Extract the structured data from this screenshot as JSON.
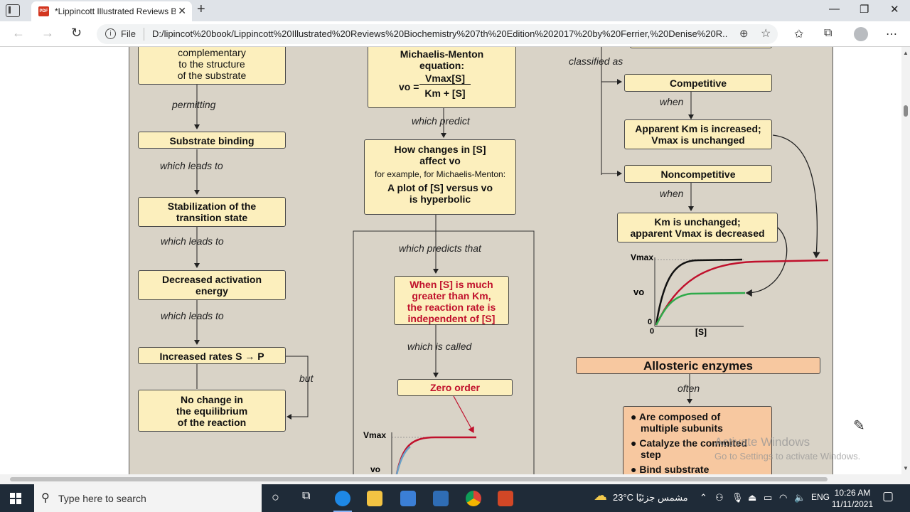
{
  "browser": {
    "tab_title": "*Lippincott Illustrated Reviews B",
    "tab_close": "✕",
    "new_tab": "+",
    "file_label": "File",
    "url": "D:/lipincot%20book/Lippincott%20Illustrated%20Reviews%20Biochemistry%207th%20Edition%202017%20by%20Ferrier,%20Denise%20R...."
  },
  "diagram": {
    "left": {
      "top_box": [
        "complementary",
        "to the structure",
        "of the substrate"
      ],
      "permitting": "permitting",
      "substrate_binding": "Substrate binding",
      "leads1": "which leads to",
      "stabilization": [
        "Stabilization of the",
        "transition state"
      ],
      "leads2": "which leads to",
      "decreased": [
        "Decreased activation",
        "energy"
      ],
      "leads3": "which leads to",
      "increased": "Increased rates S → P",
      "but": "but",
      "no_change": [
        "No change in",
        "the equilibrium",
        "of the reaction"
      ]
    },
    "middle": {
      "mm_title": [
        "Michaelis-Menton",
        "equation:"
      ],
      "mm_lhs": "vo =",
      "mm_num": "Vmax[S]",
      "mm_den": "Km + [S]",
      "which_predict": "which predict",
      "how_changes": [
        "How changes in [S]",
        "affect  vo"
      ],
      "for_example": "for example, for Michaelis-Menton:",
      "plot": [
        "A plot of [S] versus vo",
        "is hyperbolic"
      ],
      "which_predicts_that": "which predicts that",
      "when_s": [
        "When [S] is much",
        "greater than Km,",
        "the reaction rate is",
        "independent of [S]"
      ],
      "which_is_called": "which is called",
      "zero_order": "Zero order",
      "axis_vmax": "Vmax",
      "axis_vo": "vo"
    },
    "right": {
      "classified": "classified as",
      "competitive": "Competitive",
      "when1": "when",
      "comp_desc": [
        "Apparent Km is increased;",
        "Vmax is unchanged"
      ],
      "noncompetitive": "Noncompetitive",
      "when2": "when",
      "noncomp_desc": [
        "Km is unchanged;",
        "apparent Vmax is decreased"
      ],
      "axis_vmax": "Vmax",
      "axis_vo": "vo",
      "axis_zero_y": "0",
      "axis_zero_x": "0",
      "axis_s": "[S]",
      "allosteric": "Allosteric enzymes",
      "often": "often",
      "allo_items": [
        "Are composed of",
        "multiple subunits",
        "Catalyze the commited",
        "step",
        "Bind substrate"
      ]
    }
  },
  "watermark": {
    "line1": "Activate Windows",
    "line2": "Go to Settings to activate Windows."
  },
  "taskbar": {
    "search_placeholder": "Type here to search",
    "weather": "23°C  مشمس جزئيًا",
    "lang": "ENG",
    "time": "10:26 AM",
    "date": "11/11/2021"
  },
  "colors": {
    "page_bg": "#d9d3c7",
    "box_fill": "#fcefbd",
    "allosteric_fill": "#f7c8a0",
    "accent_red": "#c0102c",
    "curve_green": "#2eaa4a",
    "taskbar": "#1f2b38"
  }
}
